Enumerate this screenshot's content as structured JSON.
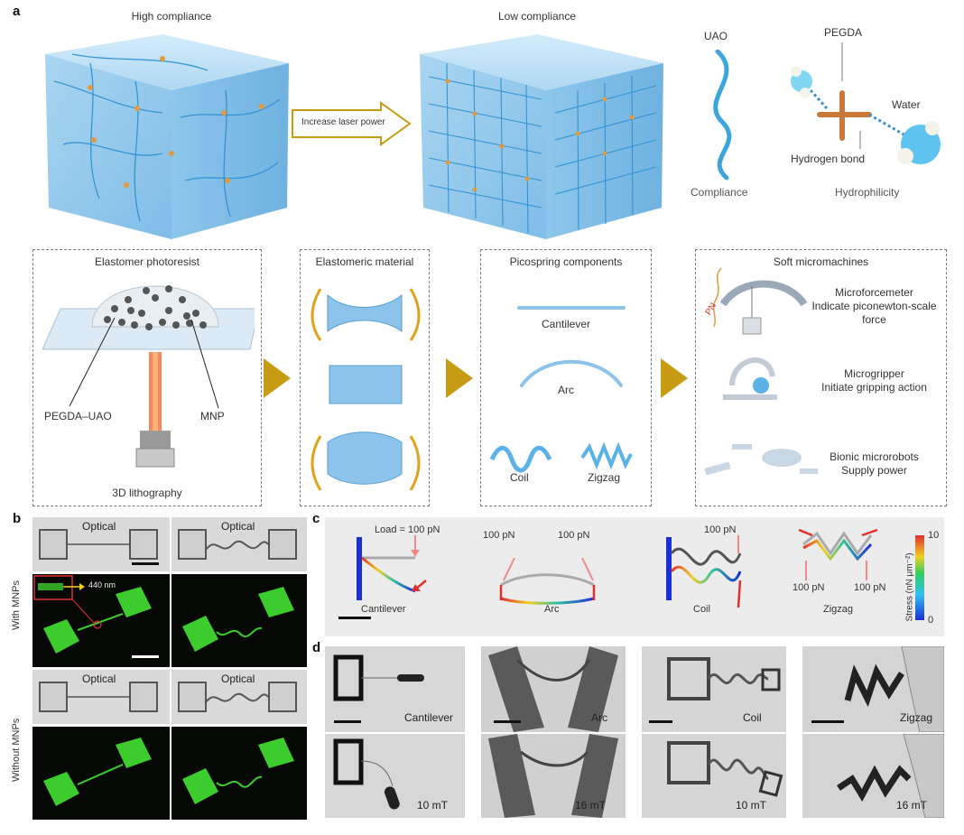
{
  "panels": {
    "a": "a",
    "b": "b",
    "c": "c",
    "d": "d"
  },
  "a_top": {
    "high_compliance": "High compliance",
    "low_compliance": "Low compliance",
    "arrow_label": "Increase laser power",
    "uao": "UAO",
    "compliance": "Compliance",
    "pegda": "PEGDA",
    "water": "Water",
    "hydrogen_bond": "Hydrogen bond",
    "hydrophilicity": "Hydrophilicity"
  },
  "a_bottom": {
    "photoresist_title": "Elastomer photoresist",
    "pegda_uao": "PEGDA–UAO",
    "mnp": "MNP",
    "lithography": "3D lithography",
    "material_title": "Elastomeric material",
    "components_title": "Picospring components",
    "cantilever": "Cantilever",
    "arc": "Arc",
    "coil": "Coil",
    "zigzag": "Zigzag",
    "micromachines_title": "Soft micromachines",
    "microforcemeter": "Microforcemeter",
    "microforcemeter_desc1": "Indicate piconewton-scale",
    "microforcemeter_desc2": "force",
    "microgripper": "Microgripper",
    "microgripper_desc": "Initiate gripping action",
    "microrobots": "Bionic microrobots",
    "microrobots_desc": "Supply power",
    "pn": "PN"
  },
  "b": {
    "optical": "Optical",
    "with_mnps": "With MNPs",
    "without_mnps": "Without MNPs",
    "nm": "440 nm"
  },
  "c": {
    "load": "Load = 100 pN",
    "f100": "100 pN",
    "cantilever": "Cantilever",
    "arc": "Arc",
    "coil": "Coil",
    "zigzag": "Zigzag",
    "stress_label": "Stress (nN μm⁻²)",
    "cb_max": "10",
    "cb_min": "0"
  },
  "d": {
    "cantilever": "Cantilever",
    "arc": "Arc",
    "coil": "Coil",
    "zigzag": "Zigzag",
    "f10": "10 mT",
    "f16": "16 mT"
  },
  "colors": {
    "accent": "#c89b14",
    "gel": "#9fd0ef",
    "green": "#3ccc2e",
    "red": "#e03030",
    "blue": "#1b2fd8"
  }
}
